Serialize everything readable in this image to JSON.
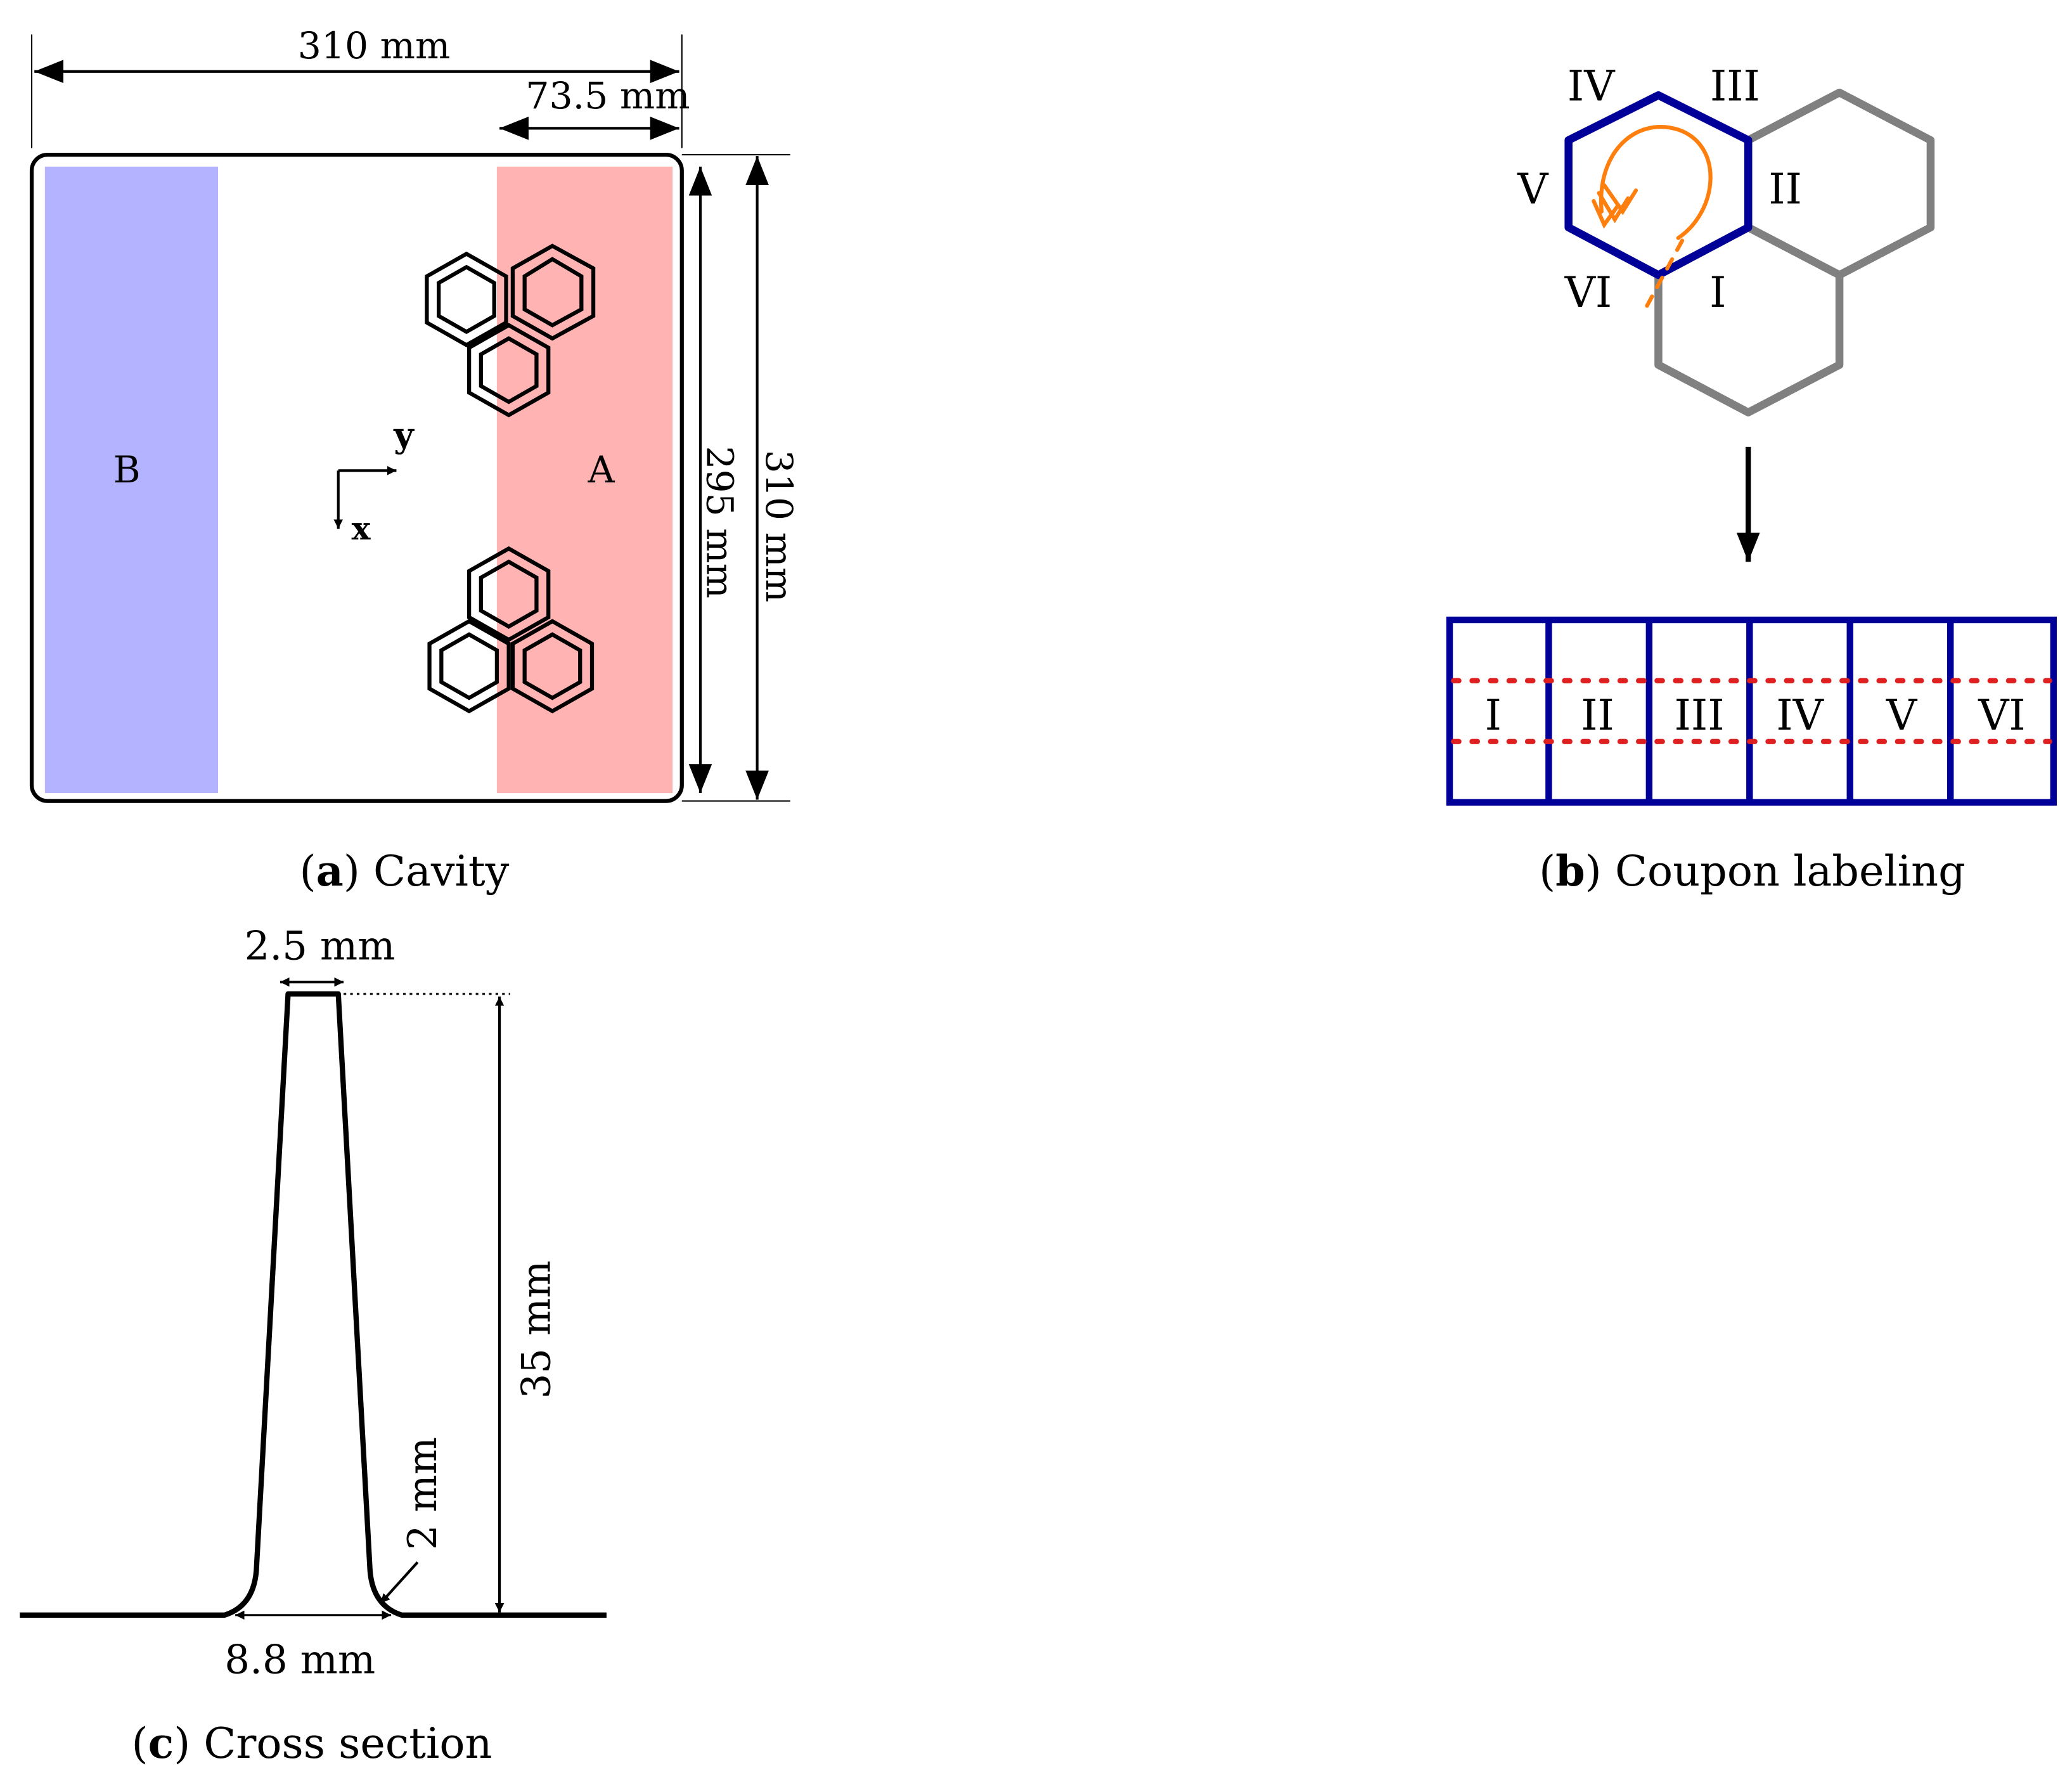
{
  "panel_a": {
    "caption_letter": "a",
    "caption_text": ") Cavity",
    "caption_open": "(",
    "dim_total_width": "310 mm",
    "dim_zone_width": "73.5 mm",
    "dim_inner_height": "295 mm",
    "dim_total_height": "310 mm",
    "zone_b_label": "B",
    "zone_a_label": "A",
    "axis_y_label": "y",
    "axis_x_label": "x",
    "colors": {
      "zone_b": "#b3b3ff",
      "zone_a": "#ffb3b3"
    }
  },
  "panel_b": {
    "caption_letter": "b",
    "caption_text": ") Coupon labeling",
    "caption_open": "(",
    "hex_labels": {
      "i": "I",
      "ii": "II",
      "iii": "III",
      "iv": "IV",
      "v": "V",
      "vi": "VI"
    },
    "coupons": [
      "I",
      "II",
      "III",
      "IV",
      "V",
      "VI"
    ],
    "colors": {
      "highlight": "#000099",
      "grey": "#808080",
      "arrow": "#ff7f0e",
      "dotted": "#e02020"
    }
  },
  "panel_c": {
    "caption_letter": "c",
    "caption_text": ") Cross section",
    "caption_open": "(",
    "dim_top_width": "2.5 mm",
    "dim_height": "35 mm",
    "dim_radius": "2 mm",
    "dim_base_width": "8.8 mm"
  }
}
